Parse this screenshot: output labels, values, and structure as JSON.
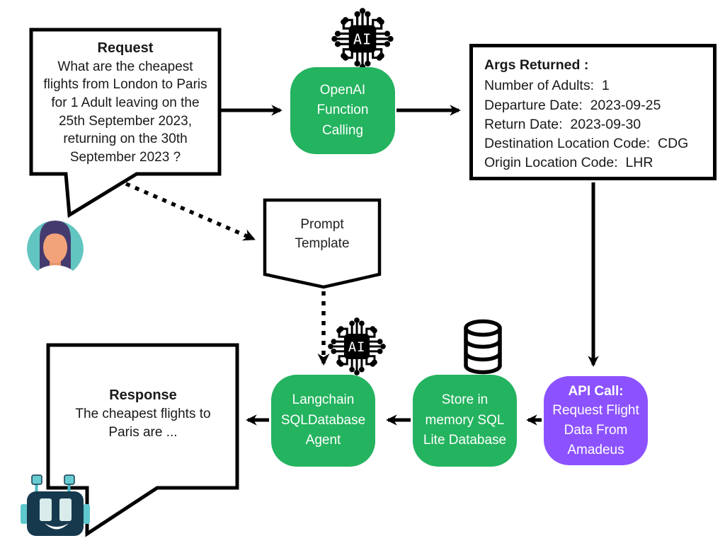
{
  "diagram": {
    "request_bubble": {
      "title": "Request",
      "body": "What are the cheapest\nflights from London to Paris\nfor 1 Adult leaving on the\n25th September 2023,\nreturning on the 30th\nSeptember 2023 ?"
    },
    "openai_box": {
      "label": "OpenAI\nFunction\nCalling"
    },
    "args_box": {
      "title": "Args Returned :",
      "lines": [
        "Number of Adults:  1",
        "Departure Date:  2023-09-25",
        "Return Date:  2023-09-30",
        "Destination Location Code:  CDG",
        "Origin Location Code:  LHR"
      ]
    },
    "prompt_template": {
      "label": "Prompt\nTemplate"
    },
    "langchain_box": {
      "label": "Langchain\nSQLDatabase\nAgent"
    },
    "store_box": {
      "label": "Store in\nmemory SQL\nLite Database"
    },
    "api_box": {
      "title": "API Call:",
      "body": "Request Flight\nData From\nAmadeus"
    },
    "response_bubble": {
      "title": "Response",
      "body": "The cheapest flights to\nParis are ..."
    },
    "chip_icon": {
      "label": "AI"
    },
    "colors": {
      "green": "#24b35f",
      "purple": "#8c52ff",
      "line_black": "#000000",
      "avatar_teal": "#62c5c0",
      "robot_navy": "#16394e",
      "robot_teal": "#5fc8ce"
    }
  }
}
